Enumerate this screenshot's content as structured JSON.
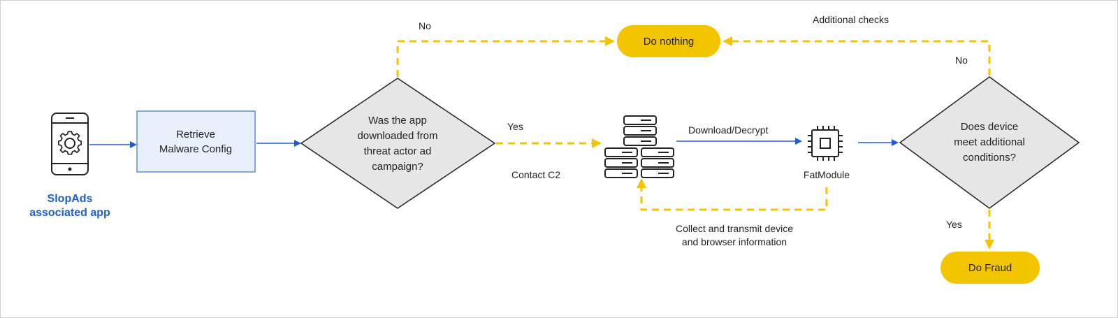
{
  "app": {
    "label_lines": [
      "SlopAds",
      "associated app"
    ]
  },
  "retrieve_box": {
    "lines": [
      "Retrieve",
      "Malware Config"
    ]
  },
  "decision1": {
    "lines": [
      "Was the app",
      "downloaded from",
      "threat actor ad",
      "campaign?"
    ]
  },
  "decision2": {
    "lines": [
      "Does device",
      "meet additional",
      "conditions?"
    ]
  },
  "do_nothing": {
    "label": "Do nothing"
  },
  "do_fraud": {
    "label": "Do Fraud"
  },
  "edges": {
    "no1": "No",
    "yes1": "Yes",
    "contact_c2": "Contact C2",
    "download_decrypt": "Download/Decrypt",
    "fatmodule": "FatModule",
    "collect_lines": [
      "Collect and transmit device",
      "and browser information"
    ],
    "additional_checks": "Additional checks",
    "no2": "No",
    "yes2": "Yes"
  },
  "colors": {
    "blue": "#1d5fd0",
    "yellow": "#f2c500",
    "diamond_fill": "#e6e6e6",
    "box_fill": "#e8f0fb",
    "box_stroke": "#5b8fd6"
  }
}
